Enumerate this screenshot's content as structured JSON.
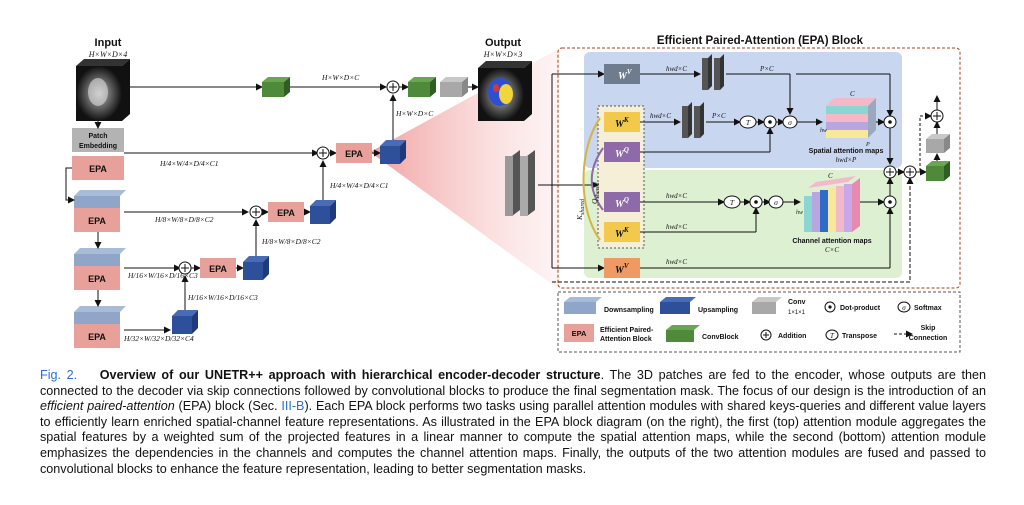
{
  "figure": {
    "input_title": "Input",
    "input_dims": "H×W×D×4",
    "output_title": "Output",
    "output_dims": "H×W×D×3",
    "patch_embedding": [
      "Patch",
      "Embedding"
    ],
    "epa_label": "EPA",
    "skip_dims_top": "H×W×D×C",
    "skip_dims_mid": "H×W×D×C",
    "stage1_dims": "H/4×W/4×D/4×C1",
    "stage2_dims": "H/8×W/8×D/8×C2",
    "stage3_dims": "H/16×W/16×D/16×C3",
    "stage4_dims": "H/32×W/32×D/32×C4",
    "stage1_up_dims": "H/4×W/4×D/4×C1",
    "stage2_up_dims": "H/8×W/8×D/8×C2",
    "stage3_up_dims": "H/16×W/16×D/16×C3",
    "epa_block": {
      "title": "Efficient Paired-Attention (EPA) Block",
      "w_v_top": "W",
      "w_v_sup": "V",
      "w_k": "W",
      "w_k_sup": "K",
      "w_q": "W",
      "w_q_sup": "Q",
      "k_shared": "K",
      "k_shared_sub": "shared",
      "q_shared": "Q",
      "q_shared_sub": "shared",
      "hwd_c": "hwd×C",
      "p_c": "P×C",
      "transpose": "T",
      "softmax": "σ",
      "spatial_maps": "Spatial attention maps",
      "spatial_dims": "hwd×P",
      "channel_maps": "Channel attention maps",
      "channel_dims": "C×C",
      "axis_c": "C",
      "axis_hw": "hw",
      "axis_d": "d",
      "axis_p": "P"
    },
    "legend": {
      "downsampling": "Downsampling",
      "upsampling": "Upsampling",
      "conv": "Conv",
      "conv_sub": "1×1×1",
      "dot_product": "Dot-product",
      "softmax": "Softmax",
      "epa_box": "EPA",
      "epa_name": [
        "Efficient Paired-",
        "Attention Block"
      ],
      "convblock": "ConvBlock",
      "addition": "Addition",
      "transpose": "Transpose",
      "skip": [
        "Skip",
        "Connection"
      ]
    },
    "colors": {
      "downsampling": "#8fa6c8",
      "upsampling": "#2e4f9a",
      "conv": "#a8a8a8",
      "convblock": "#4e8a3a",
      "epa": "#e8a09a",
      "blue_region": "#c9d6ef",
      "green_region": "#def0d2",
      "wq_purple": "#8e6aa8",
      "wk_yellow": "#f2c94c",
      "wv_gray": "#6f7c8e",
      "wv_orange": "#ef9a62",
      "border_red": "#a34020"
    }
  },
  "caption": {
    "label": "Fig. 2.",
    "title": "Overview of our UNETR++ approach with hierarchical encoder-decoder structure",
    "part1": ". The 3D patches are fed to the encoder, whose outputs are then connected to the decoder via skip connections followed by convolutional blocks to produce the final segmentation mask. The focus of our design is the introduction of an ",
    "emph": "efficient paired-attention",
    "part2": " (EPA) block (Sec. ",
    "ref": "III-B",
    "part3": "). Each EPA block performs two tasks using parallel attention modules with shared keys-queries and different value layers to efficiently learn enriched spatial-channel feature representations. As illustrated in the EPA block diagram (on the right), the first (top) attention module aggregates the spatial features by a weighted sum of the projected features in a linear manner to compute the spatial attention maps, while the second (bottom) attention module emphasizes the dependencies in the channels and computes the channel attention maps. Finally, the outputs of the two attention modules are fused and passed to convolutional blocks to enhance the feature representation, leading to better segmentation masks."
  }
}
